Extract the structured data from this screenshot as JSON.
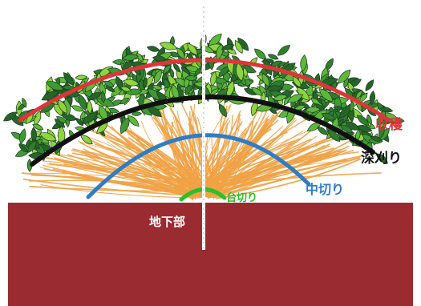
{
  "labels": {
    "harvest": "収穫",
    "deep_cut": "深刈り",
    "middle_cut": "中切り",
    "base_cut": "台切り",
    "underground": "地下部"
  },
  "colors": {
    "soil": "#9a2b31",
    "harvest_line": "#e0343b",
    "deep_cut_line": "#111111",
    "middle_cut_line": "#2f7dc4",
    "base_cut_line": "#2bbf2b",
    "branches": "#f0a245",
    "leaf_dark": "#2f7d2f",
    "leaf_light": "#8fd43f",
    "underground_text": "#ffffff",
    "center_axis": "#ffffff"
  }
}
